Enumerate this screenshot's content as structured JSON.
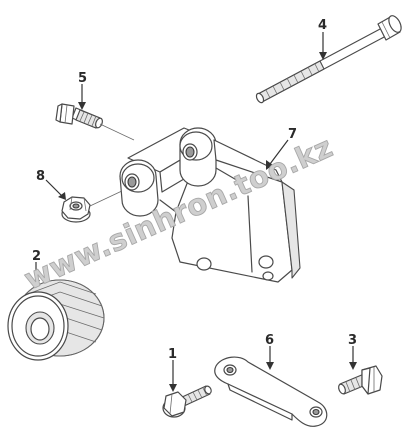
{
  "watermark": "www.sinhron.too.kz",
  "callouts": [
    {
      "id": "1",
      "label": "1"
    },
    {
      "id": "2",
      "label": "2"
    },
    {
      "id": "3",
      "label": "3"
    },
    {
      "id": "4",
      "label": "4"
    },
    {
      "id": "5",
      "label": "5"
    },
    {
      "id": "6",
      "label": "6"
    },
    {
      "id": "7",
      "label": "7"
    },
    {
      "id": "8",
      "label": "8"
    }
  ]
}
